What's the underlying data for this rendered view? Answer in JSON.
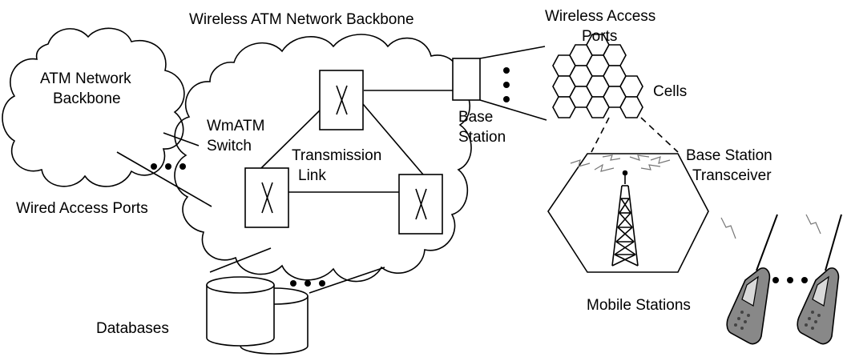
{
  "labels": {
    "backbone_title": "Wireless ATM Network Backbone",
    "atm_line1": "ATM Network",
    "atm_line2": "Backbone",
    "wireless_access_line1": "Wireless Access",
    "wireless_access_line2": "Ports",
    "cells": "Cells",
    "base_station_line1": "Base",
    "base_station_line2": "Station",
    "wmatm_line1": "WmATM",
    "wmatm_line2": "Switch",
    "transmission_line1": "Transmission",
    "transmission_line2": "Link",
    "bst_line1": "Base Station",
    "bst_line2": "Transceiver",
    "wired_access": "Wired Access Ports",
    "mobile_stations": "Mobile Stations",
    "databases": "Databases"
  },
  "icons": [
    "cloud",
    "atm-switch",
    "base-station-box",
    "hexagon-cell",
    "radio-tower",
    "mobile-phone",
    "database-cylinder",
    "lightning-bolt",
    "ellipsis-dots"
  ]
}
